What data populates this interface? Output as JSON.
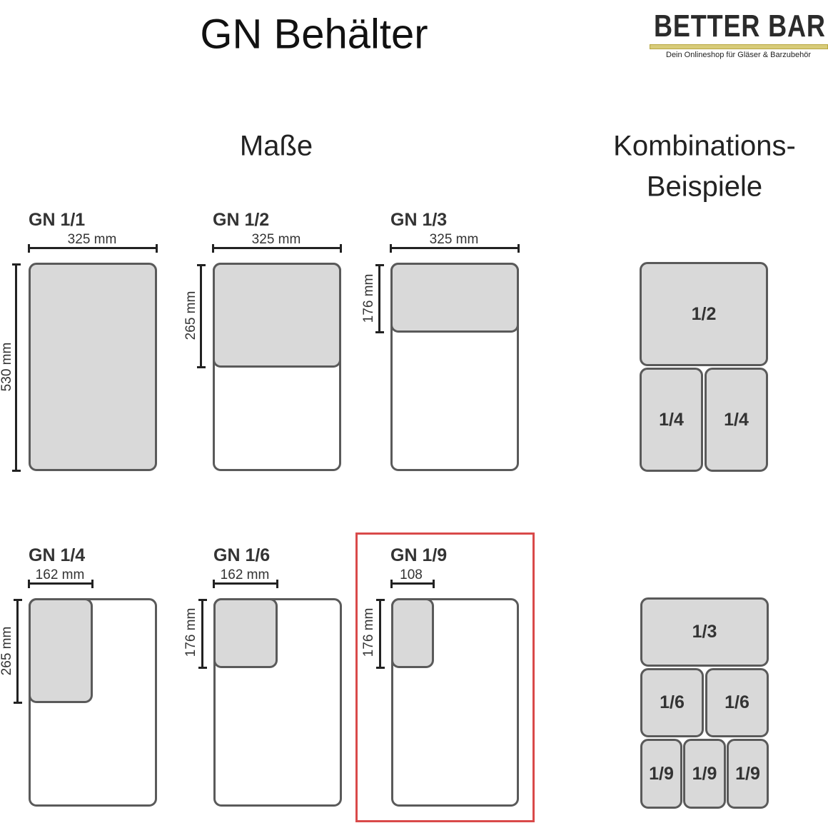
{
  "header": {
    "title": "GN Behälter"
  },
  "logo": {
    "name": "BETTER BAR",
    "tagline": "Dein Onlineshop für Gläser & Barzubehör"
  },
  "sections": {
    "dimensions": "Maße",
    "combinations_line1": "Kombinations-",
    "combinations_line2": "Beispiele"
  },
  "containers": [
    {
      "label": "GN 1/1",
      "width": "325 mm",
      "height": "530 mm"
    },
    {
      "label": "GN 1/2",
      "width": "325 mm",
      "height": "265 mm"
    },
    {
      "label": "GN 1/3",
      "width": "325 mm",
      "height": "176 mm"
    },
    {
      "label": "GN 1/4",
      "width": "162 mm",
      "height": "265 mm"
    },
    {
      "label": "GN 1/6",
      "width": "162 mm",
      "height": "176 mm"
    },
    {
      "label": "GN 1/9",
      "width": "108",
      "height": "176 mm"
    }
  ],
  "combo1": [
    "1/2",
    "1/4",
    "1/4"
  ],
  "combo2": [
    "1/3",
    "1/6",
    "1/6",
    "1/9",
    "1/9",
    "1/9"
  ],
  "colors": {
    "fill": "#d9d9d9",
    "outline": "#5a5a5a",
    "highlight": "#d94a4a",
    "logo_gold": "#d8cc7a"
  }
}
